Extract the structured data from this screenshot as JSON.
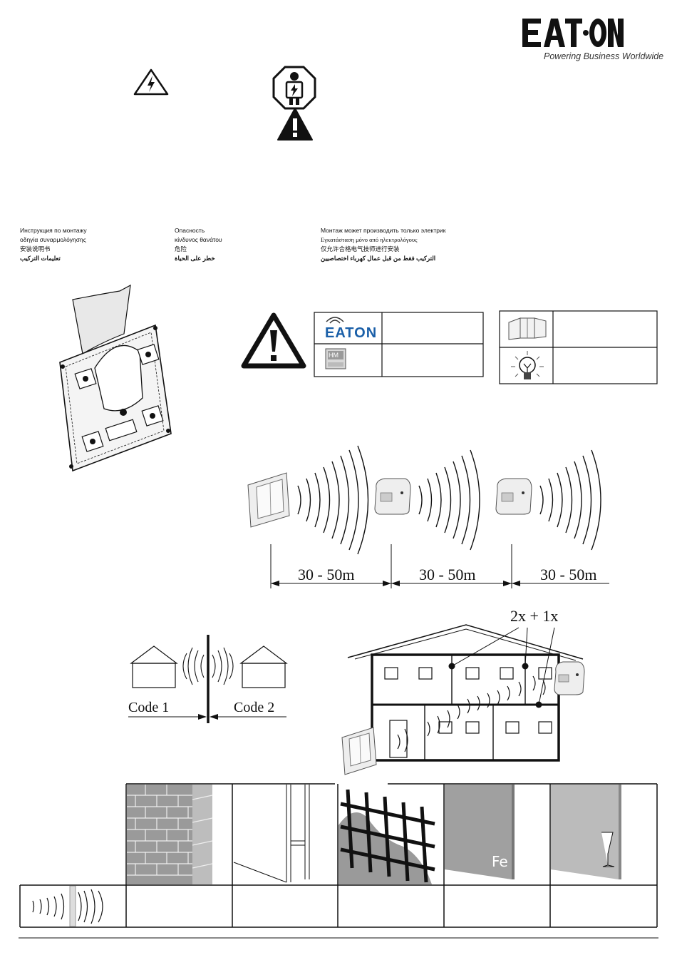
{
  "brand": {
    "logo_text": "EATON",
    "tagline": "Powering Business Worldwide"
  },
  "instructions": {
    "col1": [
      "Инструкция по монтажу",
      "οδηγία συναρμολόγησης",
      "安装说明书",
      "تعليمات التركيب"
    ],
    "col2": [
      "Опасность",
      "κίνδυνος θανάτου",
      "危险",
      "خطر على الحياة"
    ],
    "col3": [
      "Монтаж может производить только электрик",
      "Εγκατάσταση μόνο από ηλεκτρολόγους",
      "仅允许合格电气技师进行安装",
      "التركيب فقط من قبل عمال كهرباء اختصاصيين"
    ]
  },
  "compat_table": {
    "eaton_label": "EATON",
    "hm_label": "HM"
  },
  "range": {
    "distances": [
      "30 - 50m",
      "30 - 50m",
      "30 - 50m"
    ]
  },
  "codes": {
    "left": "Code 1",
    "right": "Code 2"
  },
  "house": {
    "multiplier": "2x + 1x"
  },
  "materials": {
    "metal_label": "Fe"
  },
  "icons": [
    "high-voltage-icon",
    "electrician-icon",
    "warning-icon",
    "large-warning-icon",
    "radio-icon",
    "homematic-icon",
    "package-icon",
    "light-bulb-icon"
  ]
}
